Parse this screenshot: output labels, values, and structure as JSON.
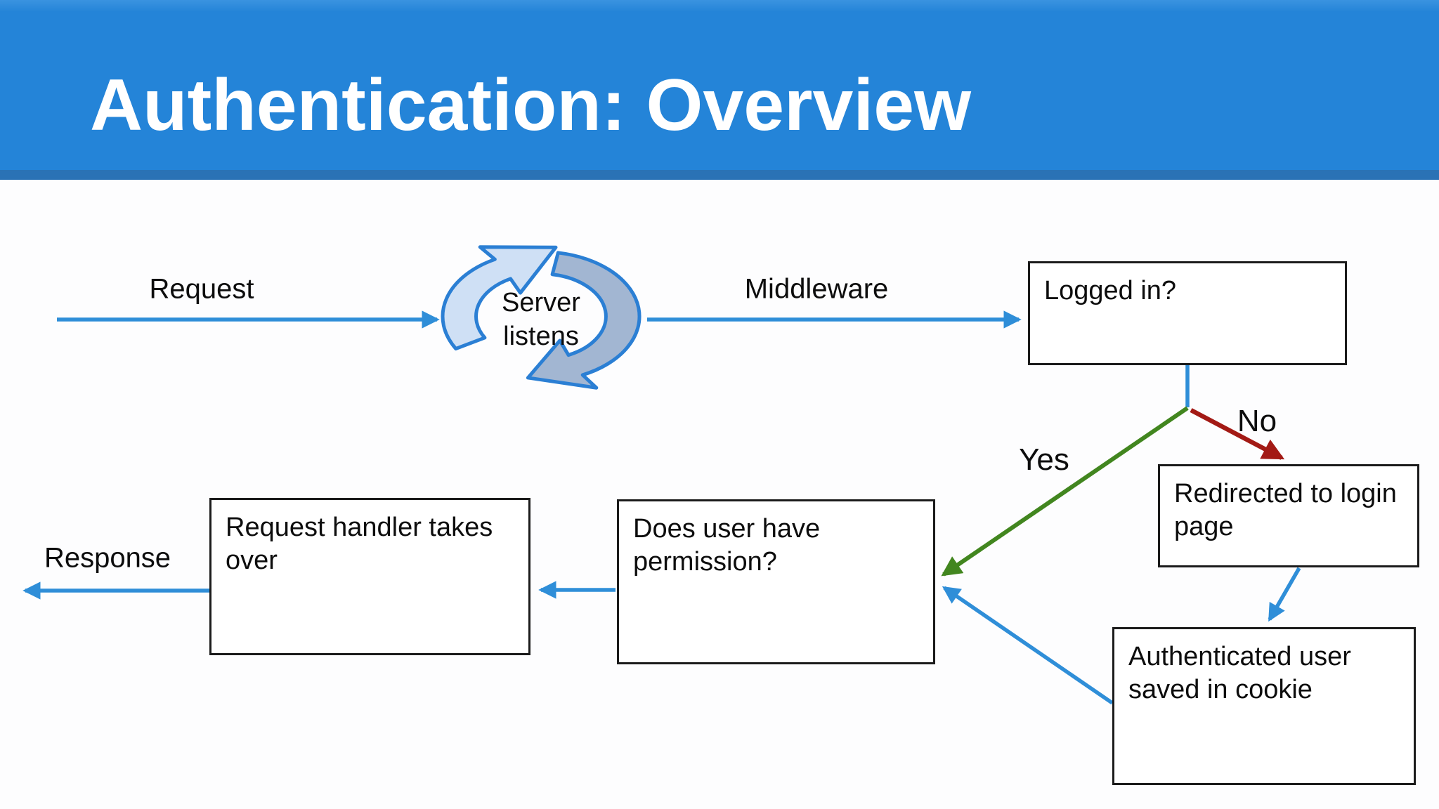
{
  "slide": {
    "title": "Authentication: Overview"
  },
  "colors": {
    "banner_blue": "#2484d8",
    "banner_strip_blue": "#2a72b5",
    "arrow_blue": "#2f8ed8",
    "yes_green": "#42861f",
    "no_red": "#a31a15",
    "icon_light_blue": "#cfe0f5",
    "icon_gray_blue": "#a2b6d2",
    "icon_stroke_blue": "#2b7fd4",
    "box_border_black": "#1b1b1b",
    "text_black": "#0d0d0d"
  },
  "diagram": {
    "server_icon_label": [
      "Server",
      "listens"
    ],
    "edge_labels": {
      "request": "Request",
      "middleware": "Middleware",
      "response": "Response",
      "yes": "Yes",
      "no": "No"
    },
    "nodes": {
      "logged_in": "Logged in?",
      "redirected_login": "Redirected to login page",
      "auth_cookie": "Authenticated user saved in cookie",
      "permission": "Does user have permission?",
      "request_handler": "Request handler takes over"
    },
    "edges": [
      {
        "from": "client",
        "to": "server-listens",
        "label": "Request",
        "color": "blue"
      },
      {
        "from": "server-listens",
        "to": "logged-in",
        "label": "Middleware",
        "color": "blue"
      },
      {
        "from": "logged-in",
        "to": "permission",
        "label": "Yes",
        "color": "green"
      },
      {
        "from": "logged-in",
        "to": "redirected-login",
        "label": "No",
        "color": "red"
      },
      {
        "from": "redirected-login",
        "to": "auth-cookie",
        "label": "",
        "color": "blue"
      },
      {
        "from": "auth-cookie",
        "to": "permission",
        "label": "",
        "color": "blue"
      },
      {
        "from": "permission",
        "to": "request-handler",
        "label": "",
        "color": "blue"
      },
      {
        "from": "request-handler",
        "to": "client",
        "label": "Response",
        "color": "blue"
      }
    ]
  }
}
